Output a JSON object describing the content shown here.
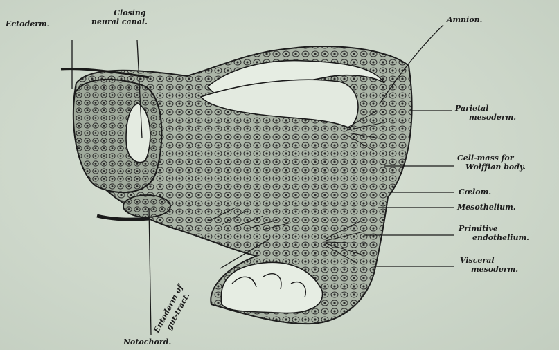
{
  "figure": {
    "labels": {
      "ectoderm": "Ectoderm.",
      "closing_neural_canal_1": "Closing",
      "closing_neural_canal_2": "neural canal.",
      "amnion": "Amnion.",
      "parietal_mesoderm_1": "Parietal",
      "parietal_mesoderm_2": "mesoderm.",
      "cell_mass_1": "Cell-mass for",
      "cell_mass_2": "Wolffian body.",
      "coelom": "Cœlom.",
      "mesothelium": "Mesothelium.",
      "primitive_endothelium_1": "Primitive",
      "primitive_endothelium_2": "endothelium.",
      "visceral_mesoderm_1": "Visceral",
      "visceral_mesoderm_2": "mesoderm.",
      "entoderm_1": "Entoderm of",
      "entoderm_2": "gut-tract.",
      "notochord": "Notochord."
    }
  }
}
